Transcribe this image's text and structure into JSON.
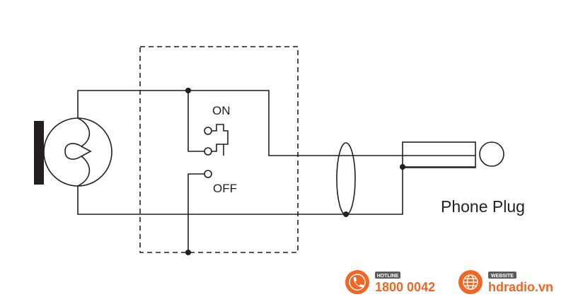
{
  "diagram": {
    "switch": {
      "on_label": "ON",
      "off_label": "OFF"
    },
    "connector_label": "Phone Plug"
  },
  "footer": {
    "hotline": {
      "tag": "HOTLINE",
      "number": "1800 0042"
    },
    "website": {
      "tag": "WEBSITE",
      "url": "hdradio.vn"
    }
  },
  "colors": {
    "line": "#231f20",
    "accent_orange": "#f26522",
    "badge_grey": "#5a5a5a"
  }
}
